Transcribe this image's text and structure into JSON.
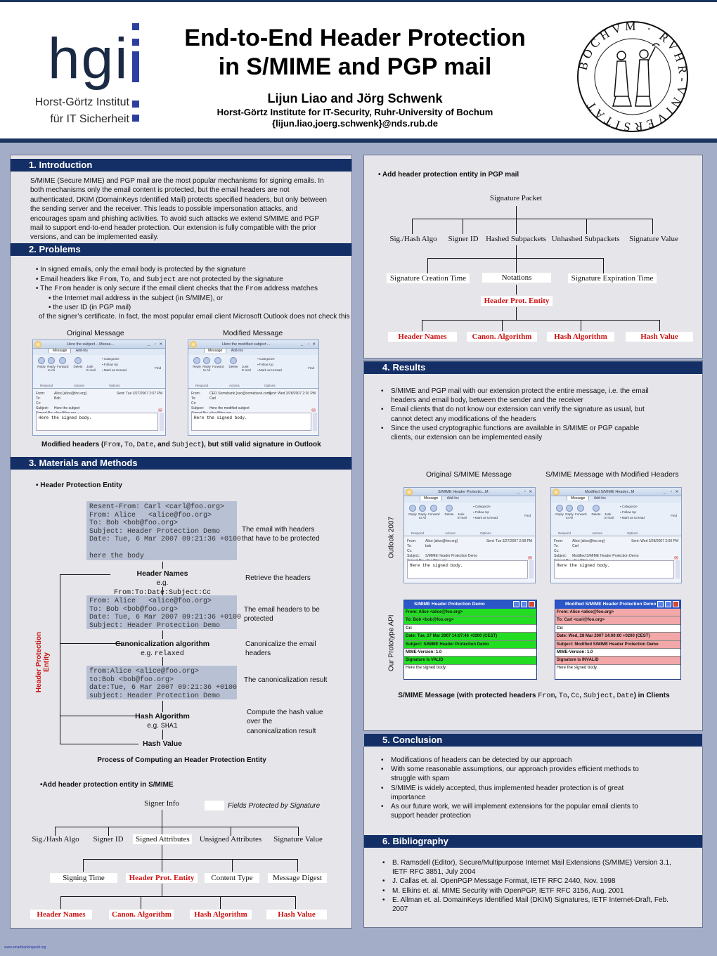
{
  "header": {
    "logo_letters": "hgi",
    "institute_line1": "Horst-Görtz Institut",
    "institute_line2": "für IT Sicherheit",
    "title_line1": "End-to-End Header Protection",
    "title_line2": "in S/MIME and PGP mail",
    "authors": "Lijun Liao and Jörg Schwenk",
    "affiliation": "Horst-Görtz Institute for IT-Security, Ruhr-University of Bochum",
    "email": "{lijun.liao,joerg.schwenk}@nds.rub.de",
    "seal_text": "BOCHVM · RVHR-VNIVERSITAT"
  },
  "intro": {
    "heading": "1. Introduction",
    "text": "S/MIME (Secure MIME) and PGP mail are the most popular mechanisms for signing emails. In both mechanisms only the email content is protected, but the email headers are not authenticated. DKIM (DomainKeys Identified Mail) protects specified headers, but only between the sending server and the receiver. This leads to possible impersonation attacks, and encourages spam and phishing activities. To avoid such attacks we extend S/MIME and PGP mail to support end-to-end header protection. Our extension is fully compatible with the prior versions, and can be implemented easily."
  },
  "problems": {
    "heading": "2. Problems",
    "b1": "• In signed emails, only the email body is protected by the signature",
    "b2_pre": "• Email headers like ",
    "b2_from": "From",
    "b2_to": "To",
    "b2_and": ", and ",
    "b2_subj": "Subject",
    "b2_post": " are not protected by the signature",
    "b3_pre": "• The ",
    "b3_from": "From",
    "b3_mid": " header is only secure if the email client checks that the ",
    "b3_from2": "From",
    "b3_post": " address matches",
    "b3a": "• the Internet mail address in the subject (in S/MIME), or",
    "b3b": "• the user ID (in PGP mail)",
    "b3c": "of the signer’s certificate. In fact, the most popular email client Microsoft Outlook does not check this",
    "orig_label": "Original Message",
    "mod_label": "Modified Message",
    "caption_pre": "Modified headers (",
    "cap_from": "From",
    "cap_to": "To",
    "cap_date": "Date",
    "cap_and": ", and ",
    "cap_subj": "Subject",
    "caption_post": "), but still valid signature in Outlook"
  },
  "outlook_windows": [
    {
      "title": "Here the subject – Messa...",
      "from": "Alice [alice@foo.org]",
      "to": "Bob",
      "subject": "Here the subject",
      "signed_by": "alice@foo.org",
      "sent": "Sent:  Tue 3/27/2007 2:07 PM",
      "body": "Here the signed body."
    },
    {
      "title": "Here the modified subject ...",
      "from": "CEO Somebank [ceo@somebank.com]",
      "to": "Carl",
      "subject": "Here the modified subject",
      "signed_by": "alice@foo.org",
      "sent": "Sent:  Wed 3/28/2007 2:20 PM",
      "body": "Here the signed body."
    },
    {
      "title": "S/MIME Header Protectio...M",
      "from": "Alice [alice@foo.org]",
      "to": "bob",
      "subject": "S/MIME Header Protection Demo",
      "signed_by": "alice@foo.org",
      "sent": "Sent:  Tue 3/27/2007 2:08 PM",
      "body": "Here the signed body."
    },
    {
      "title": "Modified S/MIME Header...M",
      "from": "Alice [alice@foo.org]",
      "to": "Carl",
      "subject": "Modified S/MIME Header Protection Demo",
      "signed_by": "alice@foo.org",
      "sent": "Sent:  Wed 3/28/2007 2:00 PM",
      "body": "Here the signed body."
    }
  ],
  "window_labels": {
    "tab1": "Message",
    "tab2": "Add-Ins",
    "reply": "Reply",
    "reply_all": "Reply to All",
    "forward": "Forward",
    "delete": "Delete",
    "junk": "Junk E-mail",
    "categorize": "Categorize",
    "follow_up": "Follow Up",
    "mark_unread": "Mark as Unread",
    "find": "Find",
    "respond": "Respond",
    "actions": "Actions",
    "options": "Options",
    "from": "From:",
    "to": "To:",
    "cc": "Cc:",
    "subject": "Subject:",
    "signed_by": "Signed By:"
  },
  "methods": {
    "heading": "3. Materials and Methods",
    "hpe_bullet": "• Header Protection Entity",
    "box1": "Resent-From: Carl <carl@foo.org>\nFrom: Alice   <alice@foo.org>\nTo: Bob <bob@foo.org>\nSubject: Header Protection Demo\nDate: Tue, 6 Mar 2007 09:21:36 +0100\n\nhere the body",
    "box1_note": "The email with headers that have to be protected",
    "header_names": "Header Names",
    "header_names_eg_prefix": "e.g. ",
    "header_names_eg": "From:To:Date:Subject:Cc",
    "retrieve_note": "Retrieve the headers",
    "box2": "From: Alice   <alice@foo.org>\nTo: Bob <bob@foo.org>\nDate: Tue, 6 Mar 2007 09:21:36 +0100\nSubject: Header Protection Demo",
    "box2_note": "The email headers to be protected",
    "canon": "Canonicalization algorithm",
    "canon_eg_prefix": "e.g. ",
    "canon_eg": "relaxed",
    "canon_note": "Canonicalize the email headers",
    "box3": "from:Alice <alice@foo.org>\nto:Bob <bob@foo.org>\ndate:Tue, 6 Mar 2007 09:21:36 +0100\nsubject: Header Protection Demo",
    "box3_note": "The canonicalization result",
    "hash_alg": "Hash Algorithm",
    "hash_eg_prefix": "e.g. ",
    "hash_eg": "SHA1",
    "hash_note": "Compute the hash value over the canonicalization result",
    "hash_value": "Hash Value",
    "side_label": "Header Protection Entity",
    "process_caption": "Process of Computing an Header Protection Entity",
    "smime_bullet": "•Add header protection entity in S/MIME"
  },
  "smime_tree": {
    "root": "Signer Info",
    "legend": "Fields Protected by Signature",
    "level1": [
      "Sig./Hash Algo",
      "Signer ID",
      "Signed Attributes",
      "Unsigned Attributes",
      "Signature Value"
    ],
    "level2": [
      "Signing Time",
      "Header Prot. Entity",
      "Content Type",
      "Message Digest"
    ],
    "level3": [
      "Header Names",
      "Canon. Algorithm",
      "Hash Algorithm",
      "Hash Value"
    ]
  },
  "pgp_tree": {
    "bullet": "• Add header protection entity in PGP mail",
    "root": "Signature Packet",
    "level1": [
      "Sig./Hash Algo",
      "Signer ID",
      "Hashed Subpackets",
      "Unhashed Subpackets",
      "Signature Value"
    ],
    "level2": [
      "Signature Creation Time",
      "Notations",
      "Signature Expiration Time"
    ],
    "level2b": "Header Prot. Entity",
    "level3": [
      "Header Names",
      "Canon. Algorithm",
      "Hash Algorithm",
      "Hash Value"
    ]
  },
  "results": {
    "heading": "4.  Results",
    "bullets": [
      "S/MIME and PGP mail with our extension protect the entire message, i.e. the email headers and email body, between the sender and the receiver",
      "Email clients that do not know our extension can verify the signature as usual, but cannot detect any modifications of the headers",
      "Since the used cryptographic functions are available in S/MIME or PGP capable clients, our extension can be implemented easily"
    ],
    "col1_label": "Original S/MIME Message",
    "col2_label": "S/MIME Message with Modified Headers",
    "row1_label": "Outlook 2007",
    "row2_label": "Our Prototype API",
    "caption_pre": "S/MIME Message (with protected headers ",
    "cap_from": "From",
    "cap_to": "To",
    "cap_cc": "Cc",
    "cap_subj": "Subject",
    "cap_date": "Date",
    "caption_post": ") in Clients"
  },
  "demos": [
    {
      "title": "S/MIME Header Protection Demo",
      "rows": [
        "From: Alice <alice@foo.org>",
        "To: Bob <bob@foo.org>",
        "Cc:",
        "Date: Tue, 27 Mar 2007 14:07:46 +0200 (CEST)",
        "Subject: S/MIME Header Protection Demo",
        "MIME-Version: 1.0",
        "Signature is VALID"
      ],
      "body": "Here the signed body."
    },
    {
      "title": "Modified S/MIME Header Protection Demo",
      "rows": [
        "From: Alice <alice@foo.org>",
        "To: Carl <carl@foo.org>",
        "Cc:",
        "Date: Wed, 28 Mar 2007 14:00:00 +0200 (CEST)",
        "Subject: Modified S/MIME Header Protection Demo",
        "MIME-Version: 1.0",
        "Signature is INVALID"
      ],
      "body": "Here the signed body."
    }
  ],
  "conclusion": {
    "heading": "5. Conclusion",
    "bullets": [
      "Modifications of headers can be detected by our approach",
      "With some reasonable assumptions, our approach provides efficient methods to struggle with spam",
      "S/MIME is widely accepted, thus implemented header protection is of great importance",
      "As our future work, we will implement extensions for the popular email clients to support header protection"
    ]
  },
  "bibliography": {
    "heading": "6. Bibliography",
    "items": [
      "B. Ramsdell (Editor), Secure/Multipurpose Internet Mail Extensions (S/MIME) Version  3.1, IETF RFC 3851, July 2004",
      "J. Callas et. al. OpenPGP Message Format, IETF RFC 2440, Nov. 1998",
      "M. Elkins et. al. MIME Security with OpenPGP, IETF RFC 3156, Aug. 2001",
      "E. Allman et. al. DomainKeys Identified Mail (DKIM) Signatures, IETF Internet-Draft, Feb. 2007"
    ]
  },
  "footer": "www.smartbackingsold.org",
  "colors": {
    "navy": "#142f66",
    "red": "#cc1212",
    "panel": "#e6e6ea",
    "bg": "#a4adc8",
    "green": "#22dd22",
    "pink": "#f2a8a8"
  }
}
